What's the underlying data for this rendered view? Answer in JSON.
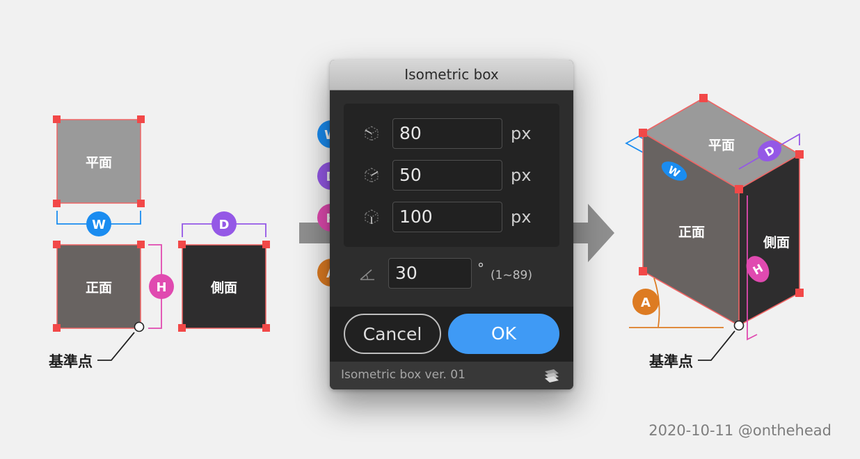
{
  "dialog": {
    "title": "Isometric box",
    "fields": {
      "width": {
        "badge": "W",
        "value": "80",
        "unit": "px"
      },
      "depth": {
        "badge": "D",
        "value": "50",
        "unit": "px"
      },
      "height": {
        "badge": "H",
        "value": "100",
        "unit": "px"
      },
      "angle": {
        "badge": "A",
        "value": "30",
        "unit": "°",
        "range": "(1~89)"
      }
    },
    "cancel_label": "Cancel",
    "ok_label": "OK",
    "footer": "Isometric box ver. 01"
  },
  "left_diagram": {
    "top_face": "平面",
    "front_face": "正面",
    "side_face": "側面",
    "base_point": "基準点",
    "badges": {
      "w": "W",
      "d": "D",
      "h": "H"
    }
  },
  "right_diagram": {
    "top_face": "平面",
    "front_face": "正面",
    "side_face": "側面",
    "base_point": "基準点",
    "badges": {
      "w": "W",
      "d": "D",
      "h": "H",
      "a": "A"
    }
  },
  "credit": "2020-10-11 @onthehead",
  "colors": {
    "width": "#1a8cf0",
    "depth": "#9458e6",
    "height": "#e04ab0",
    "angle": "#dd7b22",
    "handle": "#f04a4a",
    "ok_button": "#3f9af5",
    "top_face": "#9a9a9a",
    "front_face": "#686361",
    "side_face": "#2e2d2e"
  }
}
